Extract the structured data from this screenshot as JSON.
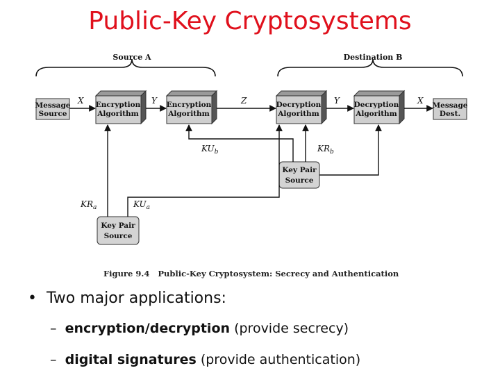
{
  "title": "Public-Key Cryptosystems",
  "figure": {
    "groups": {
      "source": "Source A",
      "destination": "Destination B"
    },
    "nodes": {
      "message_source": [
        "Message",
        "Source"
      ],
      "encryption_1": [
        "Encryption",
        "Algorithm"
      ],
      "encryption_2": [
        "Encryption",
        "Algorithm"
      ],
      "decryption_1": [
        "Decryption",
        "Algorithm"
      ],
      "decryption_2": [
        "Decryption",
        "Algorithm"
      ],
      "message_dest": [
        "Message",
        "Dest."
      ],
      "keypair_b": [
        "Key Pair",
        "Source"
      ],
      "keypair_a": [
        "Key Pair",
        "Source"
      ]
    },
    "labels": {
      "x1": "X",
      "y1": "Y",
      "z": "Z",
      "y2": "Y",
      "x2": "X",
      "kub_base": "KU",
      "kub_sub": "b",
      "krb_base": "KR",
      "krb_sub": "b",
      "kra_base": "KR",
      "kra_sub": "a",
      "kua_base": "KU",
      "kua_sub": "a"
    },
    "caption": "Figure 9.4   Public-Key Cryptosystem: Secrecy and Authentication"
  },
  "bullets": {
    "main": "Two major applications:",
    "items": [
      {
        "dash": "–",
        "strong": "encryption/decryption",
        "rest": " (provide secrecy)"
      },
      {
        "dash": "–",
        "strong": "digital signatures",
        "rest": " (provide authentication)"
      }
    ]
  }
}
